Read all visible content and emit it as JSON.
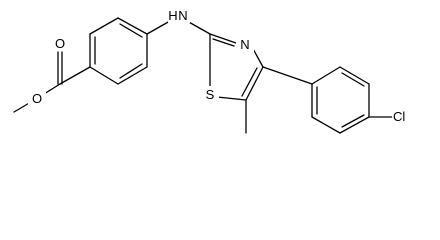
{
  "colors": {
    "bond": "#000000",
    "label": "#000000",
    "background": "#ffffff"
  },
  "atoms": {
    "carbonyl_o": "O",
    "ester_o": "O",
    "amine_n": "N",
    "amine_h": "H",
    "ring_n": "N",
    "ring_s": "S",
    "chlorine": "Cl"
  }
}
